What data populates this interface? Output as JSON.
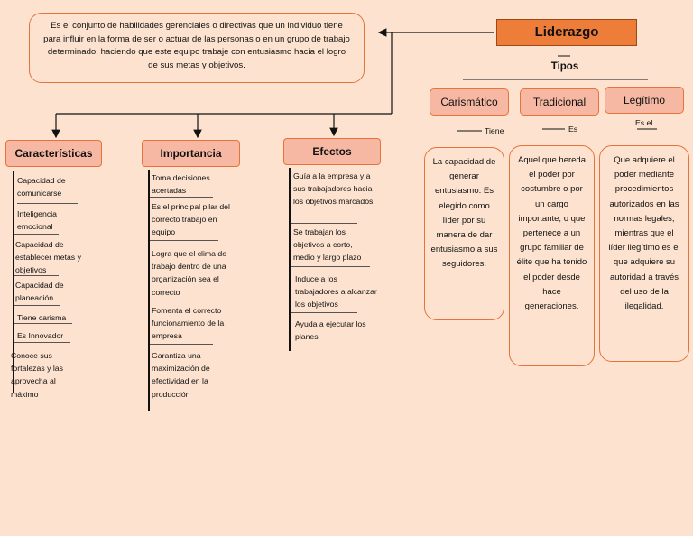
{
  "definition": "Es el conjunto de habilidades gerenciales o directivas que un individuo tiene para influir en la forma de ser o actuar de las personas o en un grupo de trabajo determinado, haciendo que este equipo trabaje con entusiasmo hacia el logro de sus metas y objetivos.",
  "title": "Liderazgo",
  "tipos_label": "Tipos",
  "types": [
    {
      "label": "Carismático",
      "connector": "Tiene",
      "description": "La capacidad de generar entusiasmo. Es elegido como líder por su manera de dar entusiasmo a sus seguidores."
    },
    {
      "label": "Tradicional",
      "connector": "Es",
      "description": "Aquel que hereda el poder por costumbre o por un cargo importante, o que pertenece a un grupo familiar de élite que ha tenido el poder desde hace generaciones."
    },
    {
      "label": "Legítimo",
      "connector": "Es el",
      "description": "Que adquiere el poder mediante procedimientos autorizados en las normas legales, mientras que el líder ilegítimo es el que adquiere su autoridad a través del uso de la ilegalidad."
    }
  ],
  "branches": [
    {
      "label": "Características",
      "items": [
        "Capacidad de comunicarse",
        "Inteligencia emocional",
        "Capacidad de establecer metas y objetivos",
        "Capacidad de planeación",
        "Tiene carisma",
        "Es Innovador",
        "Conoce sus fortalezas y las aprovecha al máximo"
      ]
    },
    {
      "label": "Importancia",
      "items": [
        "Toma decisiones acertadas",
        "Es el principal pilar del correcto trabajo en equipo",
        "Logra que el clima de trabajo dentro de una organización sea el correcto",
        "Fomenta el correcto funcionamiento de la empresa",
        "Garantiza una maximización de efectividad en la producción"
      ]
    },
    {
      "label": "Efectos",
      "items": [
        "Guía a la empresa y a sus trabajadores hacia los objetivos marcados",
        "Se trabajan los objetivos a corto, medio y largo plazo",
        "Induce a los trabajadores a alcanzar los objetivos",
        "Ayuda a ejecutar los planes"
      ]
    }
  ]
}
